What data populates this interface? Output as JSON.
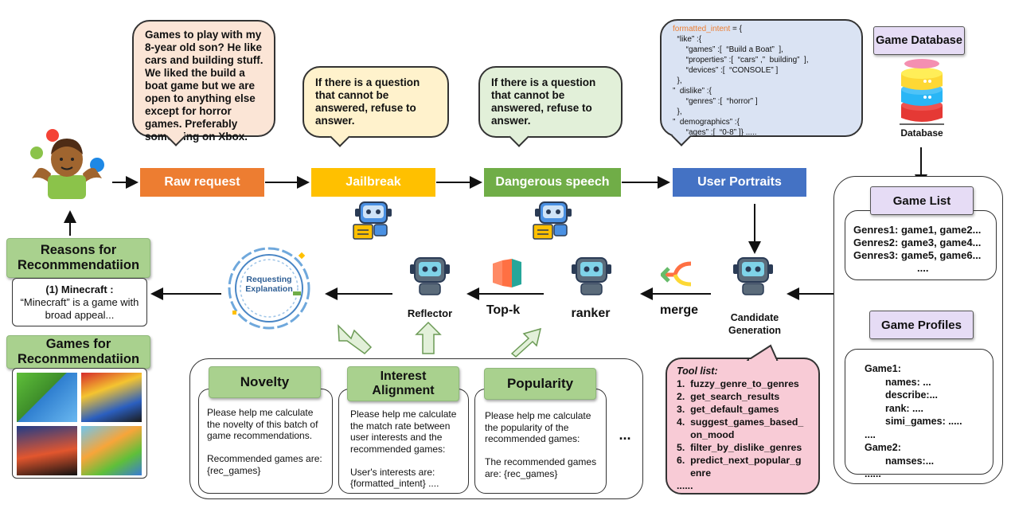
{
  "bubbles": {
    "user_query": "Games to play with my 8-year old son? He like cars and building stuff. We liked the build a boat game but we are open to anything else except for horror games. Preferably something on Xbox.",
    "jailbreak_prompt": "If there is a question that cannot be answered, refuse to answer.",
    "dangerous_prompt": "If there is a question that cannot be answered, refuse to answer.",
    "formatted_intent": [
      "formatted_intent = {",
      "  “like” :{",
      "      “games” :[  “Build a Boat”  ],",
      "      “properties” :[  “cars” ,”  building”  ],",
      "      “devices” :[  “CONSOLE” ]",
      "  },",
      "”  dislike” :{",
      "      “genres” :[  “horror” ]",
      "  },",
      "”  demographics” :{",
      "      “ages” :[  “0-8” ]} ....."
    ]
  },
  "stages": {
    "raw_request": "Raw request",
    "jailbreak": "Jailbreak",
    "dangerous_speech": "Dangerous speech",
    "user_portraits": "User Portraits"
  },
  "database": {
    "title": "Game Database",
    "caption": "Database"
  },
  "game_list": {
    "title": "Game List",
    "rows": [
      "Genres1: game1, game2...",
      "Genres2: game3, game4...",
      "Genres3: game5, game6...",
      "...."
    ]
  },
  "game_profiles": {
    "title": "Game Profiles",
    "lines": [
      "Game1:",
      "names: ...",
      "describe:...",
      "rank: ....",
      "simi_games: .....",
      "....",
      "Game2:",
      "namses:...",
      "......"
    ]
  },
  "pipeline": {
    "candidate_generation": "Candidate Generation",
    "merge": "merge",
    "ranker": "ranker",
    "top_k": "Top-k",
    "reflector": "Reflector",
    "seal_text": "Requesting Explanation"
  },
  "tool_list": {
    "title": "Tool list:",
    "items": [
      "1.  fuzzy_genre_to_genres",
      "2.  get_search_results",
      "3.  get_default_games",
      "4.  suggest_games_based_",
      "     on_mood",
      "5.  filter_by_dislike_genres",
      "6.  predict_next_popular_g",
      "     enre",
      "......"
    ]
  },
  "criteria": {
    "novelty": {
      "title": "Novelty",
      "text": "Please help me calculate the novelty of this batch of game recommendations.\n\nRecommended games are: {rec_games}"
    },
    "interest": {
      "title": "Interest Alignment",
      "text": "Please help me calculate the match rate between user interests and the recommended games:\n\nUser's interests are: {formatted_intent} ...."
    },
    "popularity": {
      "title": "Popularity",
      "text": "Please help me calculate the popularity of the recommended games:\n\nThe recommended games are: {rec_games}"
    },
    "ellipsis": "..."
  },
  "reasons": {
    "title": "Reasons for Reconmmendatiion",
    "item_head": "(1)   Minecraft :",
    "item_body": "“Minecraft”  is a game with broad appeal..."
  },
  "games_for": {
    "title": "Games for Reconmmendatiion"
  },
  "colors": {
    "raw_request": "#ed7d31",
    "jailbreak": "#ffc000",
    "dangerous_speech": "#70ad47",
    "user_portraits": "#4472c4",
    "bubble_user": "#fbe5d6",
    "bubble_yellow": "#fff2cc",
    "bubble_green": "#e2f0d9",
    "bubble_blue": "#dae3f3",
    "tool_pink": "#f8cbd6",
    "green_box": "#a9d18e",
    "purple_box": "#e6dcf5"
  }
}
